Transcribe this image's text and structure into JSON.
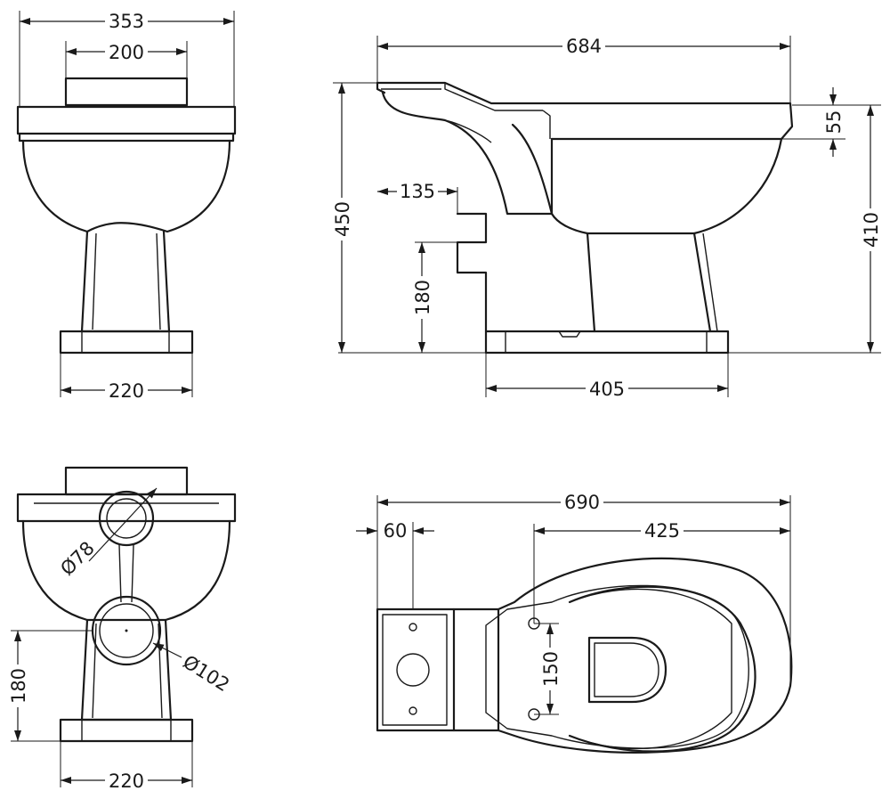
{
  "dimensions": {
    "front_top_width": "353",
    "front_cistern_width": "200",
    "front_base_width": "220",
    "side_overall_length": "684",
    "side_rim_height": "55",
    "side_total_height": "450",
    "side_outlet_setback": "135",
    "side_outlet_height": "180",
    "side_pan_height": "410",
    "side_base_length": "405",
    "rear_inlet_diameter": "Ø78",
    "rear_outlet_diameter": "Ø102",
    "rear_outlet_height": "180",
    "rear_base_width": "220",
    "plan_overall_length": "690",
    "plan_wall_gap": "60",
    "plan_pan_length": "425",
    "plan_fixing_spacing": "150"
  }
}
